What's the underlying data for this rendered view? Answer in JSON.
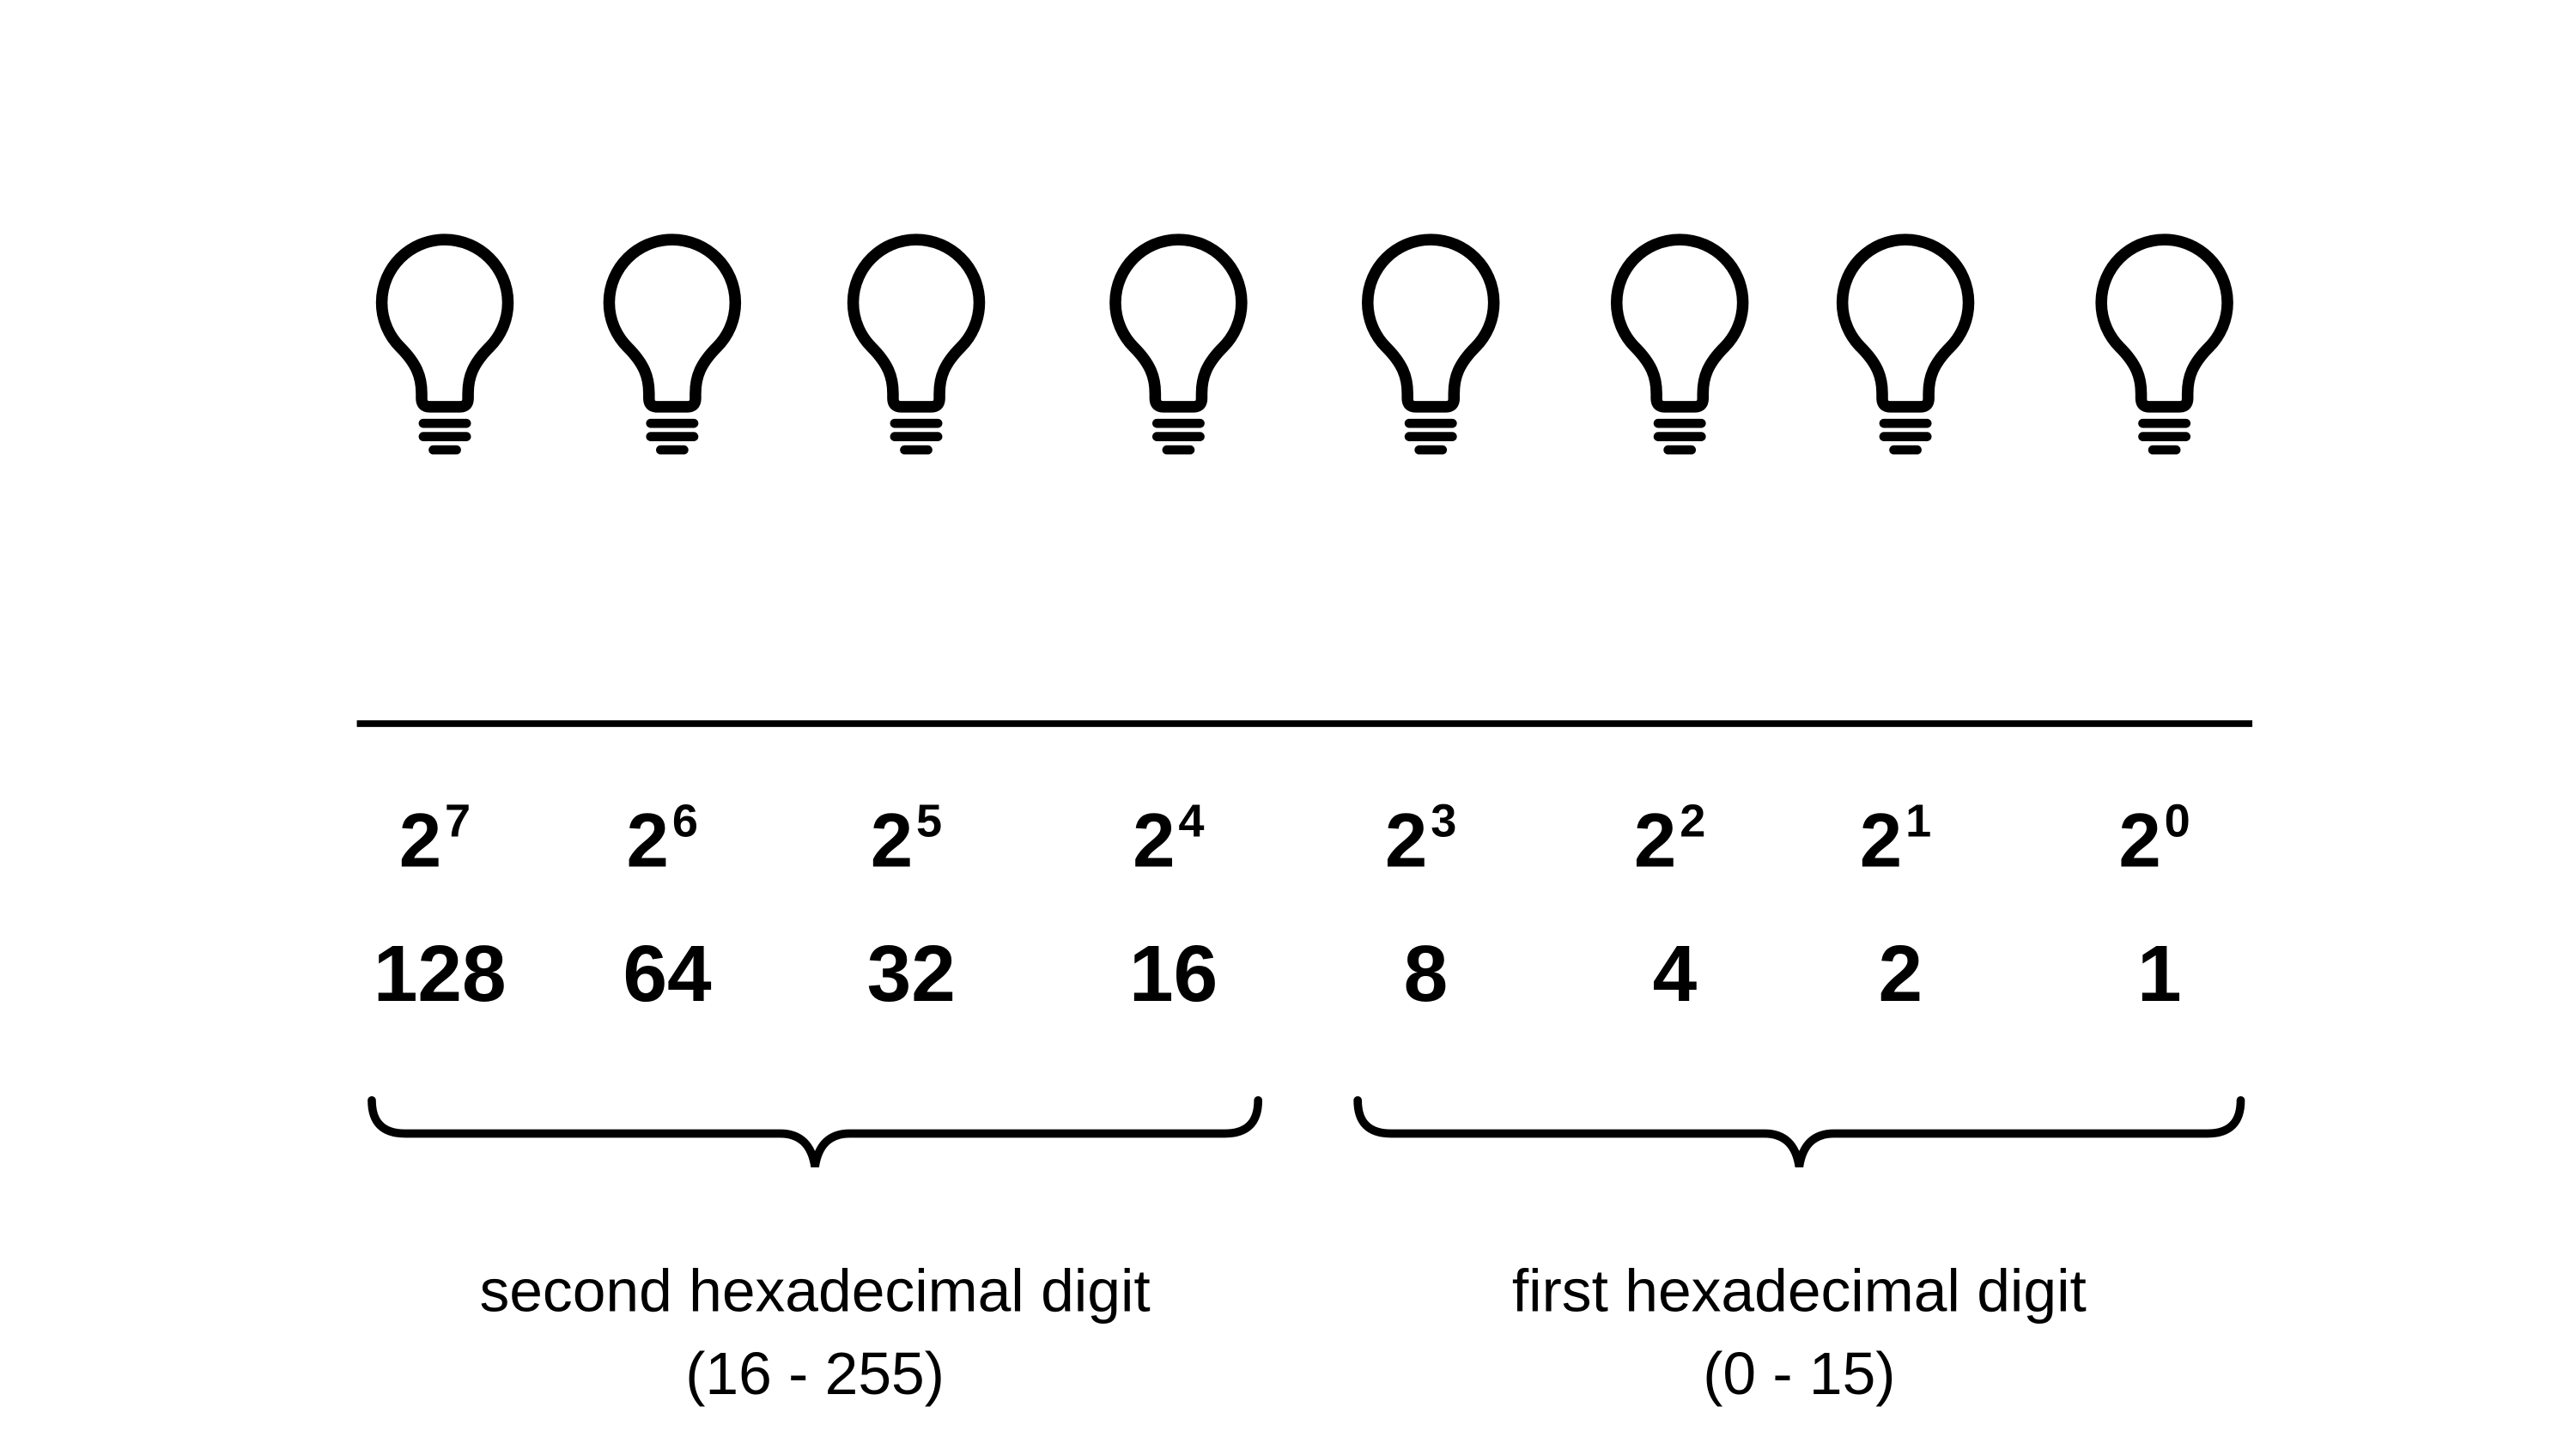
{
  "bits": [
    {
      "base": "2",
      "exponent": "7",
      "value": "128"
    },
    {
      "base": "2",
      "exponent": "6",
      "value": "64"
    },
    {
      "base": "2",
      "exponent": "5",
      "value": "32"
    },
    {
      "base": "2",
      "exponent": "4",
      "value": "16"
    },
    {
      "base": "2",
      "exponent": "3",
      "value": "8"
    },
    {
      "base": "2",
      "exponent": "2",
      "value": "4"
    },
    {
      "base": "2",
      "exponent": "1",
      "value": "2"
    },
    {
      "base": "2",
      "exponent": "0",
      "value": "1"
    }
  ],
  "groups": [
    {
      "label": "second hexadecimal digit",
      "range": "(16 - 255)"
    },
    {
      "label": "first hexadecimal digit",
      "range": "(0 - 15)"
    }
  ],
  "icons": {
    "bulb": "lightbulb-icon"
  }
}
